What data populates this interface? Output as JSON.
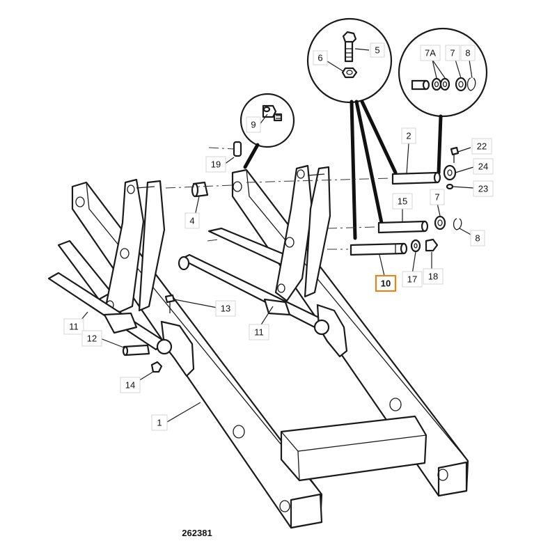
{
  "diagram": {
    "reference_number": "262381",
    "highlighted_part": "10",
    "highlight_color": "#ff7a00",
    "callouts": [
      {
        "id": "c5",
        "label": "5"
      },
      {
        "id": "c6",
        "label": "6"
      },
      {
        "id": "c7a",
        "label": "7A"
      },
      {
        "id": "c7top",
        "label": "7"
      },
      {
        "id": "c8top",
        "label": "8"
      },
      {
        "id": "c9",
        "label": "9"
      },
      {
        "id": "c2",
        "label": "2"
      },
      {
        "id": "c22",
        "label": "22"
      },
      {
        "id": "c24",
        "label": "24"
      },
      {
        "id": "c23",
        "label": "23"
      },
      {
        "id": "c19",
        "label": "19"
      },
      {
        "id": "c4",
        "label": "4"
      },
      {
        "id": "c15",
        "label": "15"
      },
      {
        "id": "c7",
        "label": "7"
      },
      {
        "id": "c8",
        "label": "8"
      },
      {
        "id": "c10",
        "label": "10"
      },
      {
        "id": "c17",
        "label": "17"
      },
      {
        "id": "c18",
        "label": "18"
      },
      {
        "id": "c13",
        "label": "13"
      },
      {
        "id": "c11a",
        "label": "11"
      },
      {
        "id": "c11b",
        "label": "11"
      },
      {
        "id": "c12",
        "label": "12"
      },
      {
        "id": "c14",
        "label": "14"
      },
      {
        "id": "c1",
        "label": "1"
      }
    ]
  }
}
